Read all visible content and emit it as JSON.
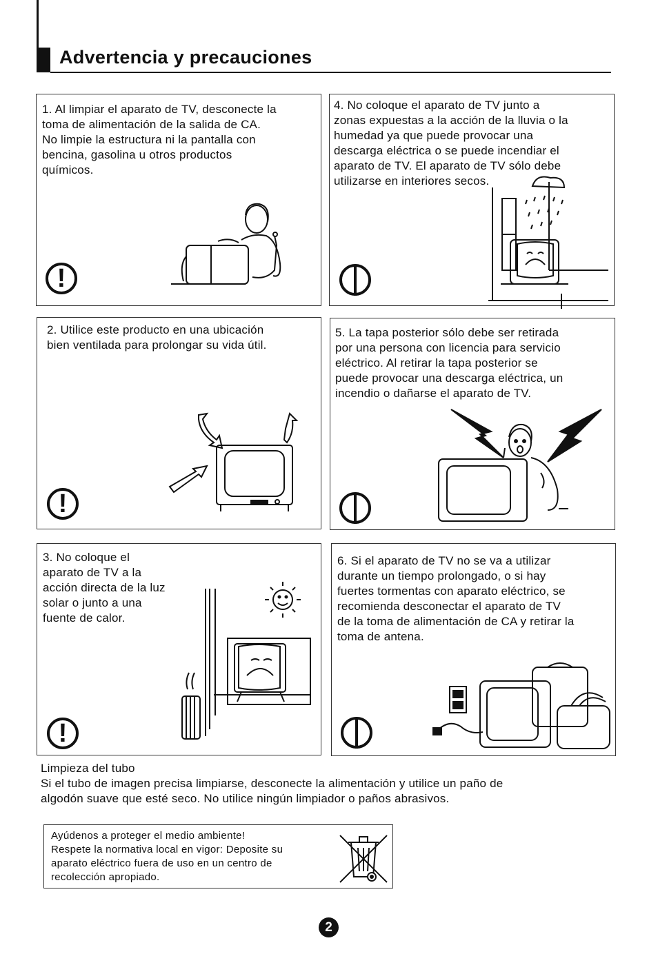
{
  "header": {
    "title": "Advertencia y precauciones"
  },
  "sections": [
    {
      "text": "1. Al limpiar el aparato de TV, desconecte la\ntoma de alimentación de la salida de CA.\nNo limpie la estructura ni la pantalla con\nbencina, gasolina u otros productos\nquímicos.",
      "icon": "exclamation-warning-icon",
      "illustration": "woman-cleaning-tv"
    },
    {
      "text": "2. Utilice este producto en una ubicación\nbien ventilada para prolongar su vida útil.",
      "icon": "exclamation-warning-icon",
      "illustration": "tv-ventilation-arrows"
    },
    {
      "text": "3. No coloque el\naparato de TV a la\nacción directa de la luz\nsolar o junto a una\nfuente de calor.",
      "icon": "exclamation-warning-icon",
      "illustration": "tv-sun-heater"
    },
    {
      "text": "4. No coloque el aparato de TV junto a\nzonas expuestas a la acción de la lluvia o la\nhumedad ya que puede provocar una\ndescarga eléctrica o se puede incendiar el\naparato de TV. El aparato de TV sólo debe\nutilizarse en interiores secos.",
      "icon": "prohibition-icon",
      "illustration": "tv-rain-window"
    },
    {
      "text": "5. La tapa posterior sólo debe ser retirada\npor una persona con licencia para servicio\neléctrico. Al retirar la tapa posterior se\npuede provocar una descarga eléctrica, un\nincendio o dañarse el aparato de TV.",
      "icon": "prohibition-icon",
      "illustration": "man-electric-shock"
    },
    {
      "text": "6. Si el aparato de TV no se va a utilizar\ndurante un tiempo prolongado, o si hay\nfuertes tormentas con aparato eléctrico, se\nrecomienda desconectar el aparato de TV\nde la toma de alimentación de CA y retirar la\ntoma de antena.",
      "icon": "prohibition-icon",
      "illustration": "tv-unplugged-luggage"
    }
  ],
  "cleaning": {
    "text": "Limpieza del tubo\nSi el tubo de imagen precisa limpiarse, desconecte la alimentación y utilice un paño de\nalgodón suave que esté seco. No utilice ningún limpiador o paños abrasivos."
  },
  "environment": {
    "text": " Ayúdenos a proteger el medio ambiente!\nRespete la normativa local en vigor: Deposite su\naparato eléctrico fuera de uso en un centro de\nrecolección apropiado.",
    "icon": "crossed-out-bin-icon"
  },
  "footer": {
    "page_number": "2"
  }
}
